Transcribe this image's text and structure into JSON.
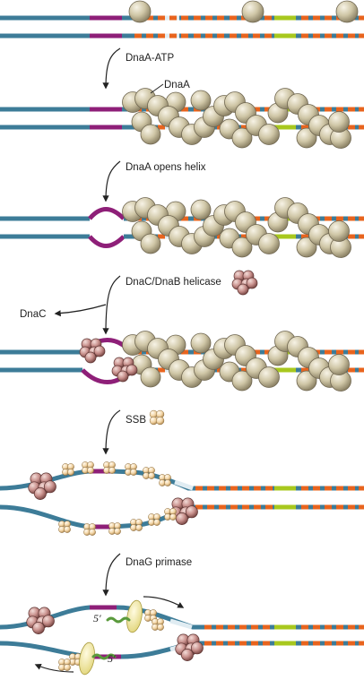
{
  "colors": {
    "dna": "#3d7c98",
    "oric_purple": "#8e1f78",
    "at_rich_pale": "#e0ecf2",
    "dnaa_box_orange": "#e8641e",
    "green_box": "#a8c81e",
    "dnaa_protein": "#cfc6a6",
    "helicase": "#c8908c",
    "ssb": "#f2d4a4",
    "primase": "#f2eba0",
    "rna_primer": "#5a9a3c"
  },
  "icons": {
    "dnaa": "sphere",
    "helicase": "hexamer-cluster",
    "ssb": "tetramer-cluster",
    "primase": "oval"
  },
  "steps": [
    {
      "label": "DnaA-ATP",
      "sublabel": "DnaA"
    },
    {
      "label": "DnaA opens helix"
    },
    {
      "label": "DnaC/DnaB helicase",
      "side_label": "DnaC"
    },
    {
      "label": "SSB"
    },
    {
      "label": "DnaG primase"
    }
  ],
  "primer_labels": [
    "5′",
    "5′"
  ]
}
